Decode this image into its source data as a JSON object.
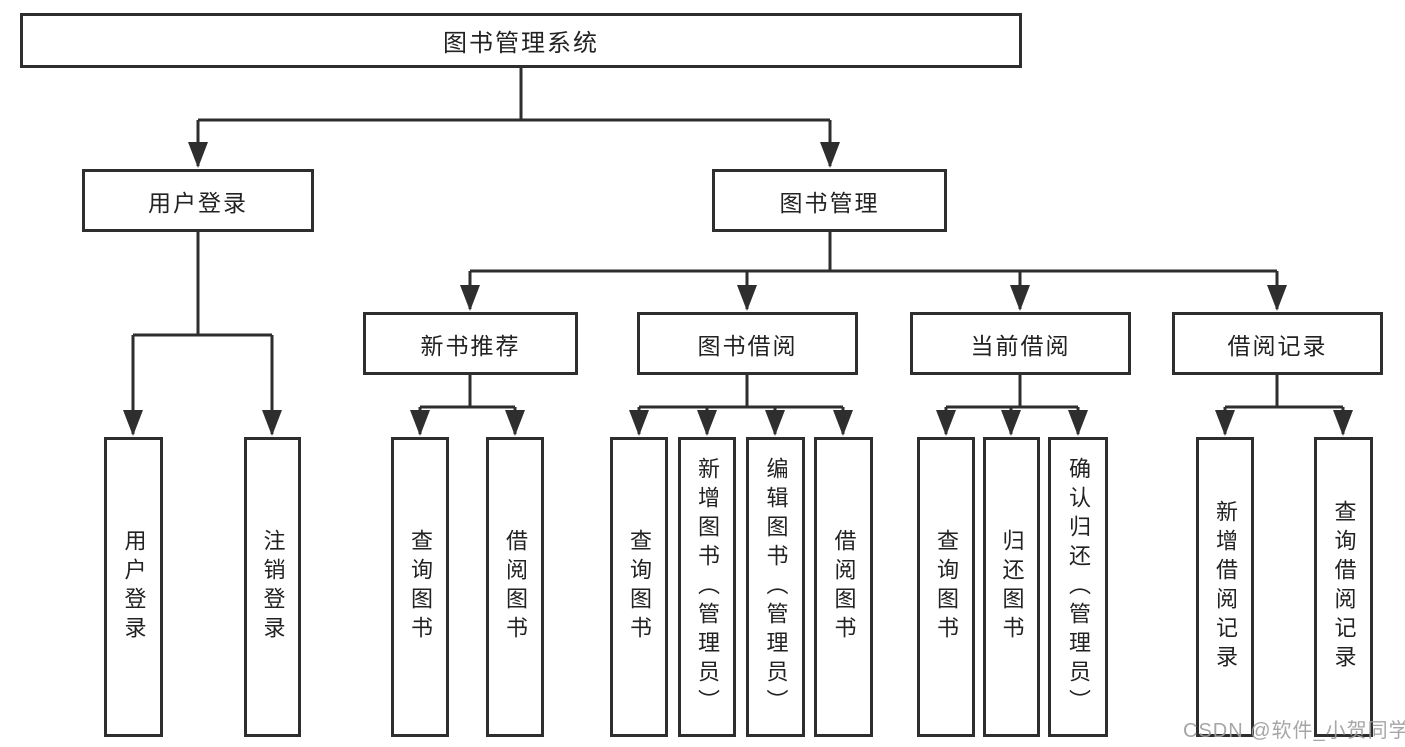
{
  "colors": {
    "line": "#2e2e2e",
    "text": "#222222",
    "watermark": "#9e9e9e"
  },
  "tree": {
    "root": "图书管理系统",
    "children": [
      {
        "label": "用户登录",
        "children": [
          "用户登录",
          "注销登录"
        ]
      },
      {
        "label": "图书管理",
        "children": [
          {
            "label": "新书推荐",
            "children": [
              "查询图书",
              "借阅图书"
            ]
          },
          {
            "label": "图书借阅",
            "children": [
              "查询图书",
              "新增图书（管理员）",
              "编辑图书（管理员）",
              "借阅图书"
            ]
          },
          {
            "label": "当前借阅",
            "children": [
              "查询图书",
              "归还图书",
              "确认归还（管理员）"
            ]
          },
          {
            "label": "借阅记录",
            "children": [
              "新增借阅记录",
              "查询借阅记录"
            ]
          }
        ]
      }
    ]
  },
  "watermark": {
    "text": "CSDN @软件_小贺同学"
  }
}
